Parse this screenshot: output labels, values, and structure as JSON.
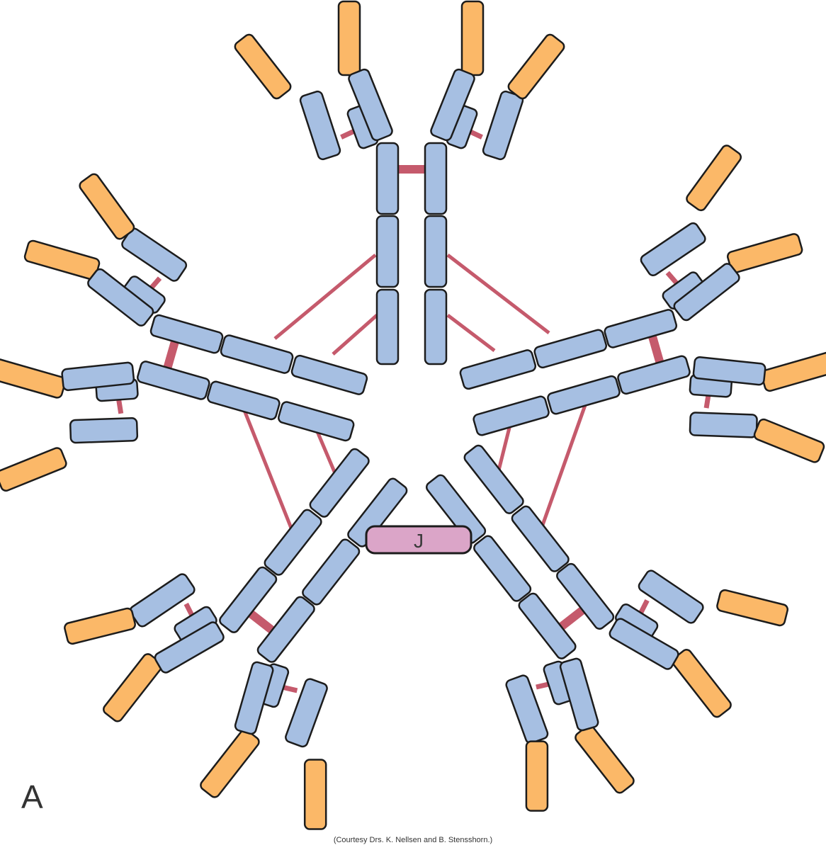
{
  "panel_label": "A",
  "j_chain_label": "J",
  "credit": "(Courtesy Drs. K. Nellsen and B. Stensshorn.)",
  "colors": {
    "constant_domain": "#a6bfe2",
    "variable_domain": "#fbb868",
    "disulfide_bond": "#c55a6c",
    "j_chain": "#dba5c8",
    "outline": "#1c1c1c"
  },
  "structure": {
    "monomer_count": 5,
    "has_j_chain": true
  }
}
